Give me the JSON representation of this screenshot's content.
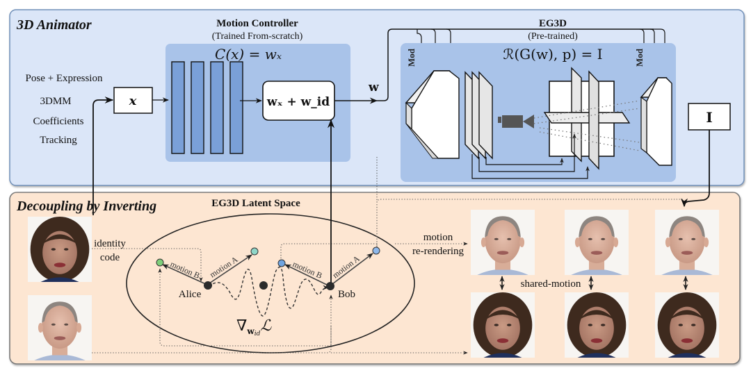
{
  "colors": {
    "animator_bg": "#dbe6f8",
    "animator_border": "#6f8fb8",
    "inner_block_bg": "#a9c3e9",
    "layer_fill": "#7aa0d8",
    "decoupling_bg": "#fde6d2",
    "decoupling_border": "#7a7a7a",
    "point_green": "#7fcf7a",
    "point_teal": "#8fd6c8",
    "point_blue": "#6fa4e0",
    "point_lightblue": "#8fb8ea",
    "point_dark": "#2b2b2b"
  },
  "animator": {
    "title": "3D Animator",
    "inputs": [
      "Pose + Expression",
      "3DMM",
      "Coefficients",
      "Tracking"
    ],
    "x_box": "x",
    "motion_controller": {
      "title": "Motion Controller",
      "subtitle": "(Trained From-scratch)",
      "formula": "C(x) = wₓ",
      "sum_box": "wₓ + w_id"
    },
    "w_label": "w",
    "eg3d": {
      "title": "EG3D",
      "subtitle": "(Pre-trained)",
      "formula": "ℛ(G(w), p) = I",
      "mod_left": "Mod",
      "mod_right": "Mod"
    },
    "output_box": "I"
  },
  "decoupling": {
    "title": "Decoupling by Inverting",
    "latent_space_title": "EG3D Latent Space",
    "identity_label_1": "identity",
    "identity_label_2": "code",
    "alice": "Alice",
    "bob": "Bob",
    "alice_motion_a": "motion A",
    "alice_motion_b": "motion B",
    "bob_motion_a": "motion A",
    "bob_motion_b": "motion B",
    "gradient_label": "∇",
    "gradient_sub": "w",
    "gradient_subsub": "id",
    "gradient_loss": "ℒ",
    "motion_label_1": "motion",
    "motion_label_2": "re-rendering",
    "shared_motion": "shared-motion",
    "source_faces": [
      {
        "name": "woman-identity-face",
        "kind": "woman"
      },
      {
        "name": "man-identity-face",
        "kind": "man"
      }
    ],
    "result_faces_top": [
      {
        "name": "man-result-face-1",
        "kind": "man"
      },
      {
        "name": "man-result-face-2",
        "kind": "man"
      },
      {
        "name": "man-result-face-3",
        "kind": "man"
      }
    ],
    "result_faces_bottom": [
      {
        "name": "woman-result-face-1",
        "kind": "woman"
      },
      {
        "name": "woman-result-face-2",
        "kind": "woman"
      },
      {
        "name": "woman-result-face-3",
        "kind": "woman"
      }
    ]
  }
}
